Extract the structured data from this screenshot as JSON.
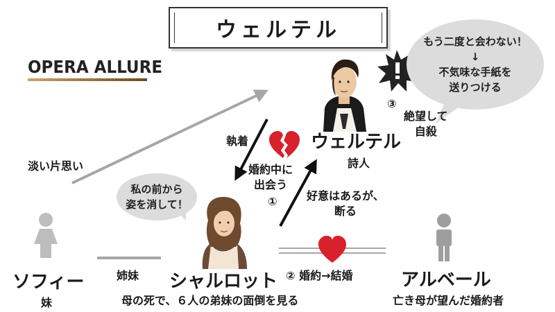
{
  "title": "ウェルテル",
  "logo": "OPERA ALLURE",
  "werther": {
    "name": "ウェルテル",
    "role": "詩人"
  },
  "charlotte": {
    "name": "シャルロット",
    "note": "母の死で、６人の弟妹の面倒を見る"
  },
  "sophie": {
    "name": "ソフィー",
    "role": "妹"
  },
  "albert": {
    "name": "アルベール",
    "role": "亡き母が望んだ婚約者"
  },
  "bubbles": {
    "werther": [
      "もう二度と会わない！",
      "↓",
      "不気味な手紙を",
      "送りつける"
    ],
    "charlotte": [
      "私の前から",
      "姿を消して！"
    ]
  },
  "labels": {
    "step3_num": "③",
    "step3_text": [
      "絶望して",
      "自殺"
    ],
    "obsession": "執着",
    "meet": [
      "婚約中に",
      "出会う"
    ],
    "step1_num": "①",
    "affection": [
      "好意はあるが、",
      "断る"
    ],
    "unrequited": "淡い片思い",
    "sisters": "姉妹",
    "step2": "②  婚約→結婚"
  },
  "colors": {
    "heart": "#d7212d",
    "arrow_gray": "#a6a6a6",
    "bubble": "#dcdcdc",
    "explosion": "#222222"
  }
}
